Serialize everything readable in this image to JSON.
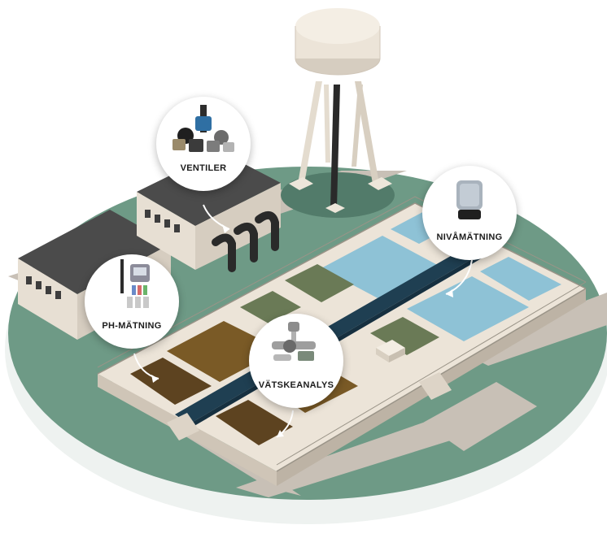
{
  "callouts": {
    "ventiler": "VENTILER",
    "ph": "PH-MÄTNING",
    "niva": "NIVÅMÄTNING",
    "vatske": "VÄTSKEANALYS"
  },
  "icons": {
    "ventiler": "valve-cluster-icon",
    "ph": "ph-meter-icon",
    "niva": "level-sensor-icon",
    "vatske": "flow-analyzer-icon"
  },
  "colors": {
    "ground": "#6e9a86",
    "road": "#c8c0b6",
    "building": "#e7dfd3",
    "roof": "#4b4b4b",
    "clean_water": "#8ec2d6",
    "dirty_water": "#7a5a26",
    "channel": "#1f3f52",
    "pipe": "#2a2a2a"
  }
}
